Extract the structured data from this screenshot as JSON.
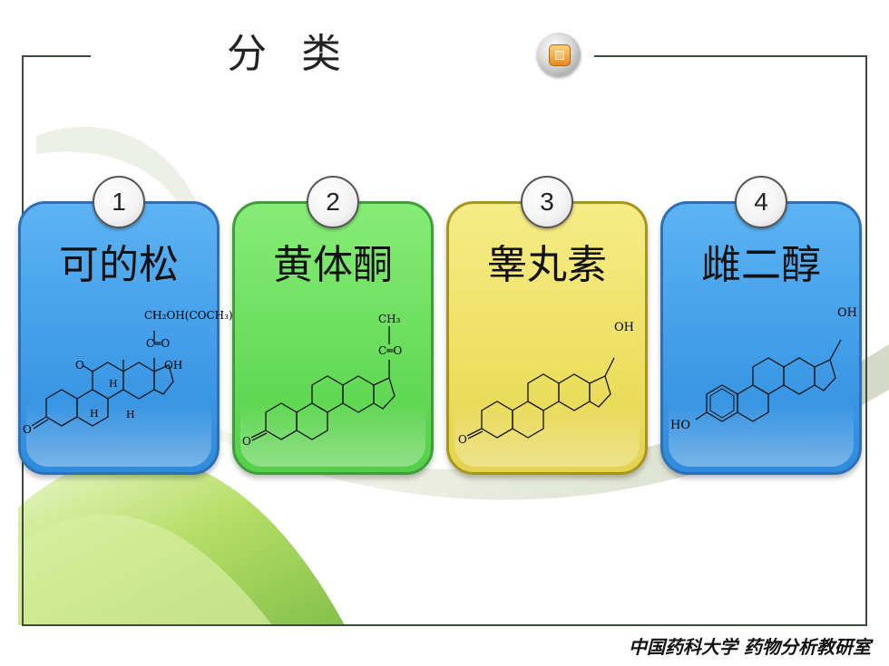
{
  "title": "分 类",
  "cards": [
    {
      "num": "1",
      "name": "可的松",
      "labels": {
        "side": "CH₂OH(COCH₃)",
        "co": "C═O",
        "oh": "OH",
        "o11": "O",
        "h1": "H",
        "h2": "H",
        "h3": "H",
        "o3": "O"
      }
    },
    {
      "num": "2",
      "name": "黄体酮",
      "labels": {
        "ch3": "CH₃",
        "co": "C═O",
        "o3": "O"
      }
    },
    {
      "num": "3",
      "name": "睾丸素",
      "labels": {
        "oh": "OH",
        "o3": "O"
      }
    },
    {
      "num": "4",
      "name": "雌二醇",
      "labels": {
        "oh": "OH",
        "ho": "HO"
      }
    }
  ],
  "footer": "中国药科大学 药物分析教研室",
  "icons": [
    "orb-square-icon"
  ]
}
